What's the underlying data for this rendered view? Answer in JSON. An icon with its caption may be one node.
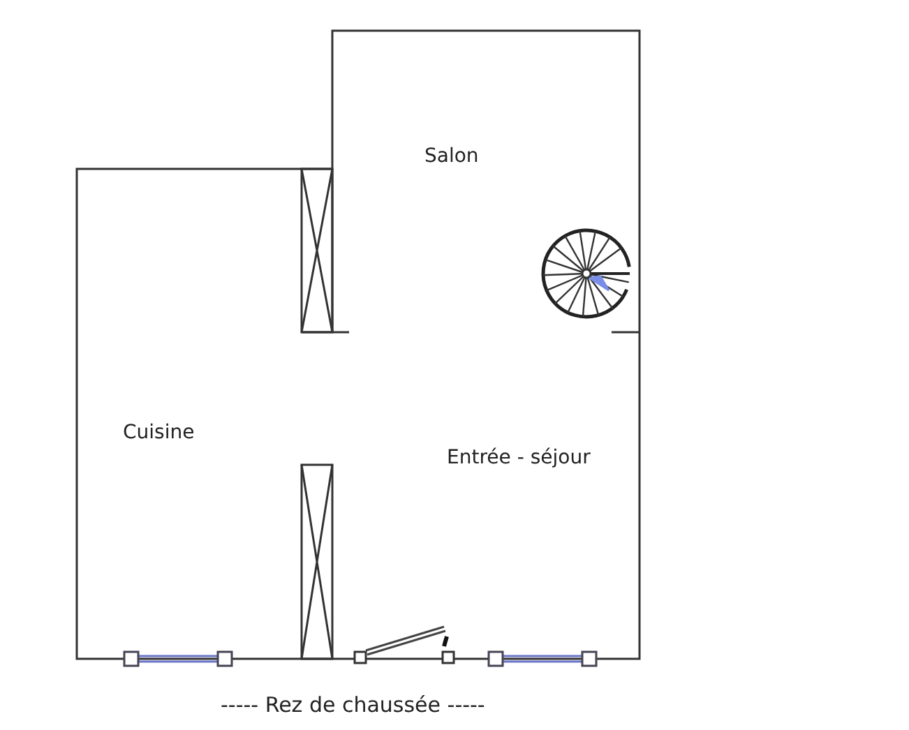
{
  "diagram": {
    "caption": "----- Rez de chaussée -----",
    "labels": [
      "Salon",
      "Cuisine",
      "Entrée - séjour"
    ]
  }
}
